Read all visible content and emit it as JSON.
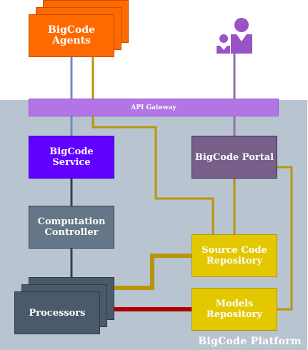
{
  "gateway": {
    "label": "API Gateway"
  },
  "platform": {
    "label": "BigCode Platform"
  },
  "agents": {
    "label": "BigCode Agents"
  },
  "users": {
    "icon": "users-icon"
  },
  "service": {
    "label": "BigCode Service"
  },
  "portal": {
    "label": "BigCode Portal"
  },
  "controller": {
    "label": "Computation Controller"
  },
  "processors": {
    "label": "Processors"
  },
  "source_repo": {
    "label": "Source Code Repository"
  },
  "models_repo": {
    "label": "Models Repository"
  },
  "colors": {
    "agents": "#ff6a00",
    "service": "#6100ff",
    "portal": "#76608a",
    "controller": "#647687",
    "processors": "#4a5a6a",
    "repository": "#e3c800",
    "gateway": "#b375e6",
    "platform": "#b8c4d0",
    "wire_gold": "#b8960a",
    "wire_red": "#b00000",
    "wire_blue": "#6c8ebf",
    "wire_purple": "#9673a6",
    "wire_dark": "#36404d"
  }
}
